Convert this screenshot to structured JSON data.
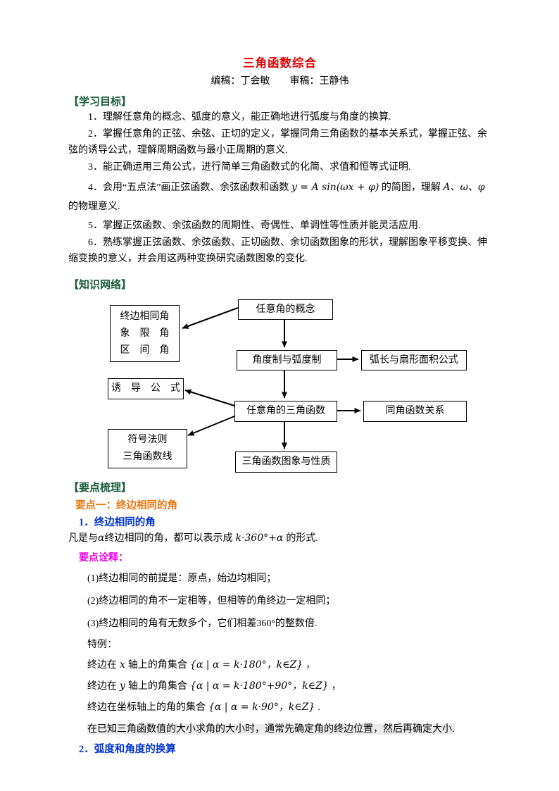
{
  "doc": {
    "title": "三角函数综合",
    "byline_editor": "编稿：丁会敏",
    "byline_reviewer": "审稿：王静伟"
  },
  "objectives": {
    "header": "【学习目标】",
    "item1": "1．理解任意角的概念、弧度的意义，能正确地进行弧度与角度的换算.",
    "item2": "2．掌握任意角的正弦、余弦、正切的定义，掌握同角三角函数的基本关系式，掌握正弦、余弦的诱导公式，理解周期函数与最小正周期的意义.",
    "item3": "3．能正确运用三角公式，进行简单三角函数式的化简、求值和恒等式证明.",
    "item4_pre": "4．会用“五点法”画正弦函数、余弦函数和函数 ",
    "item4_formula": "y = A sin(ωx + φ)",
    "item4_mid": " 的简图，理解 ",
    "item4_vars": "A、ω、φ",
    "item4_post": " 的物理意义.",
    "item5": "5．掌握正弦函数、余弦函数的周期性、奇偶性、单调性等性质并能灵活应用.",
    "item6": "6．熟练掌握正弦函数、余弦函数、正切函数、余切函数图象的形状，理解图象平移变换、伸缩变换的意义，并会用这两种变换研究函数图象的变化."
  },
  "network": {
    "header": "【知识网络】",
    "boxes": {
      "concept": "任意角的概念",
      "angles_line1": "终边相同角",
      "angles_line2": "象　限　角",
      "angles_line3": "区　间　角",
      "degree_radian": "角度制与弧度制",
      "arc_area": "弧长与扇形面积公式",
      "induction": "诱　导　公　式",
      "trig_any": "任意角的三角函数",
      "same_angle": "同角函数关系",
      "sign_line1": "符号法则",
      "sign_line2": "三角函数线",
      "graph_props": "三角函数图象与性质"
    }
  },
  "outline": {
    "header": "【要点梳理】",
    "point1_title": "要点一：终边相同的角",
    "sub1_title": "1．终边相同的角",
    "sub1_pre": "凡是与",
    "sub1_var": "α",
    "sub1_mid": "终边相同的角，都可以表示成",
    "sub1_formula": "k·360°+α",
    "sub1_post": "的形式.",
    "notes_label": "要点诠释：",
    "note1": "(1)终边相同的前提是：原点，始边均相同；",
    "note2": "(2)终边相同的角不一定相等，但相等的角终边一定相同；",
    "note3": "(3)终边相同的角有无数多个，它们相差360°的整数倍.",
    "special_label": "特例：",
    "special1_pre": "终边在",
    "special1_var": "x",
    "special1_mid": "轴上的角集合",
    "special1_set": "{α | α = k·180°，k∈Z}",
    "special1_post": "，",
    "special2_pre": "终边在",
    "special2_var": "y",
    "special2_mid": "轴上的角集合",
    "special2_set": "{α | α = k·180°+90°，k∈Z}",
    "special2_post": "，",
    "special3_pre": "终边在坐标轴上的角的集合",
    "special3_set": "{α | α = k·90°，k∈Z}",
    "special3_post": ".",
    "tip": "在已知三角函数值的大小求角的大小时，通常先确定角的终边位置，然后再确定大小.",
    "sub2_title": "2．弧度和角度的换算"
  },
  "colors": {
    "title_red": "#E00000",
    "header_green": "#1A5B3C",
    "point_orange": "#E8740C",
    "sub_blue": "#0033CC",
    "note_magenta": "#EE00EE"
  }
}
